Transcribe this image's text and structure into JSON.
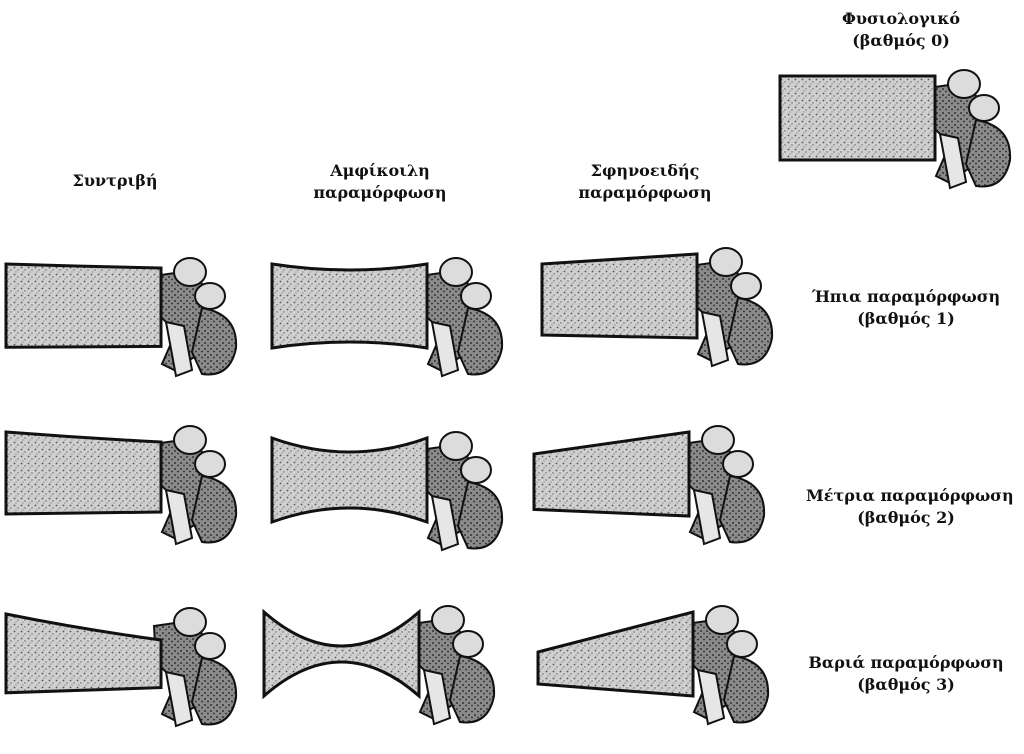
{
  "normal": {
    "line1": "Φυσιολογικό",
    "line2": "(βαθμός 0)"
  },
  "columns": [
    {
      "id": "crush",
      "line1": "Συντριβή",
      "line2": ""
    },
    {
      "id": "biconcave",
      "line1": "Αμφίκοιλη",
      "line2": "παραμόρφωση"
    },
    {
      "id": "wedge",
      "line1": "Σφηνοειδής",
      "line2": "παραμόρφωση"
    }
  ],
  "rows": [
    {
      "grade": 1,
      "line1": "Ήπια παραμόρφωση",
      "line2": "(βαθμός 1)"
    },
    {
      "grade": 2,
      "line1": "Μέτρια παραμόρφωση",
      "line2": "(βαθμός 2)"
    },
    {
      "grade": 3,
      "line1": "Βαριά παραμόρφωση",
      "line2": "(βαθμός 3)"
    }
  ]
}
